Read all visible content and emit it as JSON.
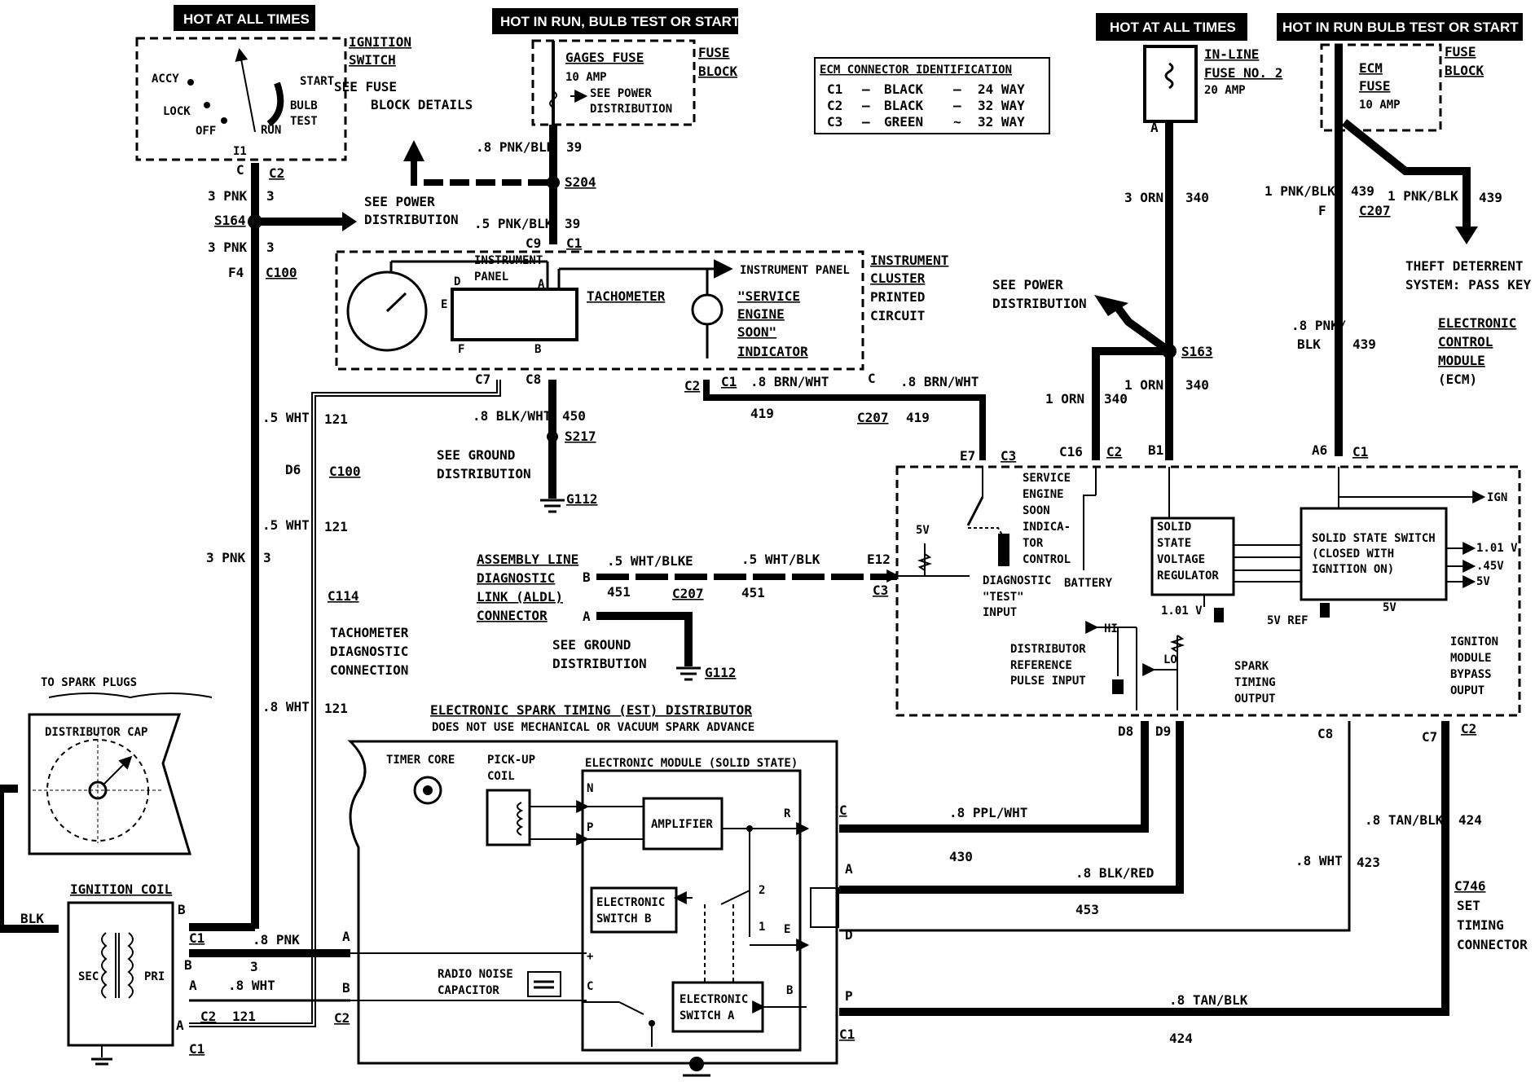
{
  "headers": {
    "h1": "HOT AT ALL TIMES",
    "h2": "HOT IN RUN, BULB TEST OR START",
    "h3": "HOT AT ALL TIMES",
    "h4": "HOT IN RUN BULB TEST OR START"
  },
  "ignition": {
    "title1": "IGNITION",
    "title2": "SWITCH",
    "accy": "ACCY",
    "lock": "LOCK",
    "off": "OFF",
    "run": "RUN",
    "start": "START",
    "bulb": "BULB",
    "test": "TEST",
    "see_fuse1": "SEE FUSE",
    "see_fuse2": "BLOCK DETAILS",
    "i1": "I1",
    "c": "C",
    "c2": "C2"
  },
  "gages_fuse": {
    "name": "GAGES FUSE",
    "rating": "10 AMP",
    "see1": "SEE POWER",
    "see2": "DISTRIBUTION",
    "fb1": "FUSE",
    "fb2": "BLOCK"
  },
  "ecm_table": {
    "title": "ECM CONNECTOR IDENTIFICATION",
    "rows": [
      {
        "c": "C1",
        "d": "—",
        "color": "BLACK",
        "d2": "—",
        "way": "24 WAY"
      },
      {
        "c": "C2",
        "d": "—",
        "color": "BLACK",
        "d2": "—",
        "way": "32 WAY"
      },
      {
        "c": "C3",
        "d": "—",
        "color": "GREEN",
        "d2": "~",
        "way": "32 WAY"
      }
    ]
  },
  "inline_fuse": {
    "l1": "IN-LINE",
    "l2": "FUSE NO. 2",
    "l3": "20 AMP",
    "a": "A"
  },
  "ecm_fuse": {
    "l1": "ECM",
    "l2": "FUSE",
    "l3": "10 AMP",
    "fb1": "FUSE",
    "fb2": "BLOCK"
  },
  "wires": {
    "w1": ".8 PNK/BLK",
    "w1n": "39",
    "s204": "S204",
    "w2": ".5 PNK/BLK",
    "w2n": "39",
    "c9": "C9",
    "c1": "C1",
    "pnk1": "3 PNK",
    "pnk1n": "3",
    "s164": "S164",
    "see_pd1": "SEE POWER",
    "see_pd2": "DISTRIBUTION",
    "pnk2": "3 PNK",
    "pnk2n": "3",
    "f4": "F4",
    "c100": "C100",
    "orn3": "3 ORN",
    "orn3n": "340",
    "pb1": "1 PNK/BLK",
    "pb1n": "439",
    "f": "F",
    "c207": "C207",
    "pb2": "1 PNK/BLK",
    "pb2n": "439",
    "theft1": "THEFT DETERRENT",
    "theft2": "SYSTEM: PASS KEY",
    "pb3a": ".8 PNK/",
    "pb3b": "BLK",
    "pb3n": "439",
    "ecm1": "ELECTRONIC",
    "ecm2": "CONTROL",
    "ecm3": "MODULE",
    "ecm4": "(ECM)",
    "see_pd3": "SEE POWER",
    "see_pd4": "DISTRIBUTION",
    "s163": "S163",
    "orn1a": "1 ORN",
    "orn1an": "340",
    "orn1b": "1 ORN",
    "orn1bn": "340",
    "c16": "C16",
    "c2b": "C2",
    "b1": "B1",
    "a6": "A6",
    "c1b": "C1",
    "brn1": ".8 BRN/WHT",
    "brn1n": "419",
    "c2c": "C2",
    "c1c": "C1",
    "cc": "C",
    "brn2": ".8 BRN/WHT",
    "c207b": "C207",
    "brn2n": "419",
    "e7": "E7",
    "c3": "C3",
    "wht1": ".5 WHT",
    "wht1n": "121",
    "d6": "D6",
    "c100b": "C100",
    "wht2": ".5 WHT",
    "wht2n": "121",
    "pnk3": "3 PNK",
    "pnk3n": "3",
    "c114": "C114",
    "blkwht": ".8 BLK/WHT",
    "blkwhtn": "450",
    "s217": "S217",
    "see_gd1": "SEE GROUND",
    "see_gd2": "DISTRIBUTION",
    "g112": "G112",
    "c7": "C7",
    "c8": "C8",
    "tach1": "TACHOMETER",
    "tach2": "DIAGNOSTIC",
    "tach3": "CONNECTION",
    "wht3": ".8 WHT",
    "wht3n": "121"
  },
  "cluster": {
    "ip1": "INSTRUMENT",
    "ip2": "PANEL",
    "ip3": "INSTRUMENT PANEL",
    "tach": "TACHOMETER",
    "ses1": "\"SERVICE",
    "ses2": "ENGINE",
    "ses3": "SOON\"",
    "ses4": "INDICATOR",
    "ic1": "INSTRUMENT",
    "ic2": "CLUSTER",
    "ic3": "PRINTED",
    "ic4": "CIRCUIT",
    "a": "A",
    "b": "B",
    "d": "D",
    "e": "E",
    "f": "F"
  },
  "aldl": {
    "l1": "ASSEMBLY LINE",
    "l2": "DIAGNOSTIC",
    "l3": "LINK (ALDL)",
    "l4": "CONNECTOR",
    "b": "B",
    "a": "A",
    "w1": ".5 WHT/BLK",
    "e": "E",
    "w1n": "451",
    "c207": "C207",
    "w2": ".5 WHT/BLK",
    "w2n": "451",
    "e12": "E12",
    "c3": "C3",
    "see_gd1": "SEE GROUND",
    "see_gd2": "DISTRIBUTION",
    "g112": "G112"
  },
  "ecm_internal": {
    "ses1": "SERVICE",
    "ses2": "ENGINE",
    "ses3": "SOON",
    "ses4": "INDICA-",
    "ses5": "TOR",
    "ses6": "CONTROL",
    "battery": "BATTERY",
    "v5": "5V",
    "diag1": "DIAGNOSTIC",
    "diag2": "\"TEST\"",
    "diag3": "INPUT",
    "reg1": "SOLID",
    "reg2": "STATE",
    "reg3": "VOLTAGE",
    "reg4": "REGULATOR",
    "sw1": "SOLID STATE SWITCH",
    "sw2": "(CLOSED WITH",
    "sw3": "IGNITION ON)",
    "ign": "IGN",
    "v101": "1.01 V",
    "v045": ".45V",
    "v5b": "5V",
    "v101b": "1.01 V",
    "v5ref": "5V REF",
    "v5c": "5V",
    "hi": "HI",
    "lo": "LO",
    "dist1": "DISTRIBUTOR",
    "dist2": "REFERENCE",
    "dist3": "PULSE INPUT",
    "spark1": "SPARK",
    "spark2": "TIMING",
    "spark3": "OUTPUT",
    "byp1": "IGNITON",
    "byp2": "MODULE",
    "byp3": "BYPASS",
    "byp4": "OUPUT",
    "d8": "D8",
    "d9": "D9",
    "c8": "C8",
    "c7": "C7",
    "c2": "C2"
  },
  "distributor": {
    "to_plugs": "TO SPARK PLUGS",
    "cap": "DISTRIBUTOR CAP",
    "est1": "ELECTRONIC SPARK TIMING (EST) DISTRIBUTOR",
    "est2": "DOES NOT USE MECHANICAL OR VACUUM SPARK ADVANCE",
    "timer": "TIMER CORE",
    "pick1": "PICK-UP",
    "pick2": "COIL",
    "module": "ELECTRONIC MODULE (SOLID STATE)",
    "amp": "AMPLIFIER",
    "swb1": "ELECTRONIC",
    "swb2": "SWITCH B",
    "swa1": "ELECTRONIC",
    "swa2": "SWITCH A",
    "radio1": "RADIO NOISE",
    "radio2": "CAPACITOR",
    "n": "N",
    "p": "P",
    "r": "R",
    "e": "E",
    "c": "C",
    "b": "B",
    "plus": "+",
    "one": "1",
    "two": "2"
  },
  "coil": {
    "title": "IGNITION COIL",
    "sec": "SEC",
    "pri": "PRI",
    "blk": "BLK",
    "b": "B",
    "c1": "C1",
    "b2": "B",
    "pnk": ".8 PNK",
    "pnkn": "3",
    "a": "A",
    "wht": ".8 WHT",
    "a2": "A",
    "c2": "C2",
    "whtn": "121",
    "c1b": "C1"
  },
  "right_wires": {
    "ppl": ".8 PPL/WHT",
    "ppln": "430",
    "blkred": ".8 BLK/RED",
    "blkredn": "453",
    "tan1": ".8 TAN/BLK",
    "tan1n": "424",
    "wht": ".8 WHT",
    "whtn": "423",
    "tan2": ".8 TAN/BLK",
    "tan2n": "424",
    "c746": "C746",
    "set1": "SET",
    "set2": "TIMING",
    "set3": "CONNECTOR",
    "c": "C",
    "a": "A",
    "d": "D",
    "p": "P",
    "c1": "C1",
    "a_l": "A",
    "b_l": "B",
    "c2_l": "C2"
  }
}
